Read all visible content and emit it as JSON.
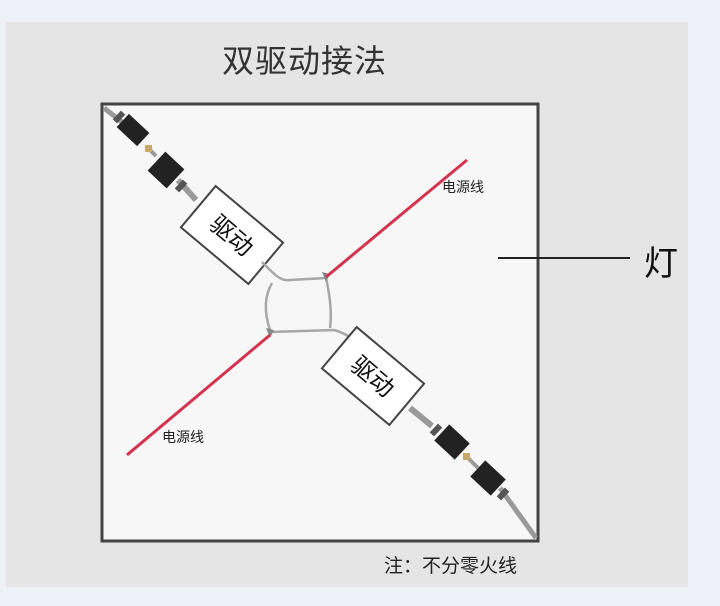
{
  "title": "双驱动接法",
  "lamp_label": "灯",
  "note": "注：不分零火线",
  "driver_top_label": "驱动",
  "driver_bottom_label": "驱动",
  "power_top_label": "电源线",
  "power_bottom_label": "电源线",
  "colors": {
    "lamp_border": "#444444",
    "lamp_fill": "#f7f7f7",
    "power_line": "#d2334f",
    "cable": "#9a9a9a",
    "connector": "#222222"
  }
}
